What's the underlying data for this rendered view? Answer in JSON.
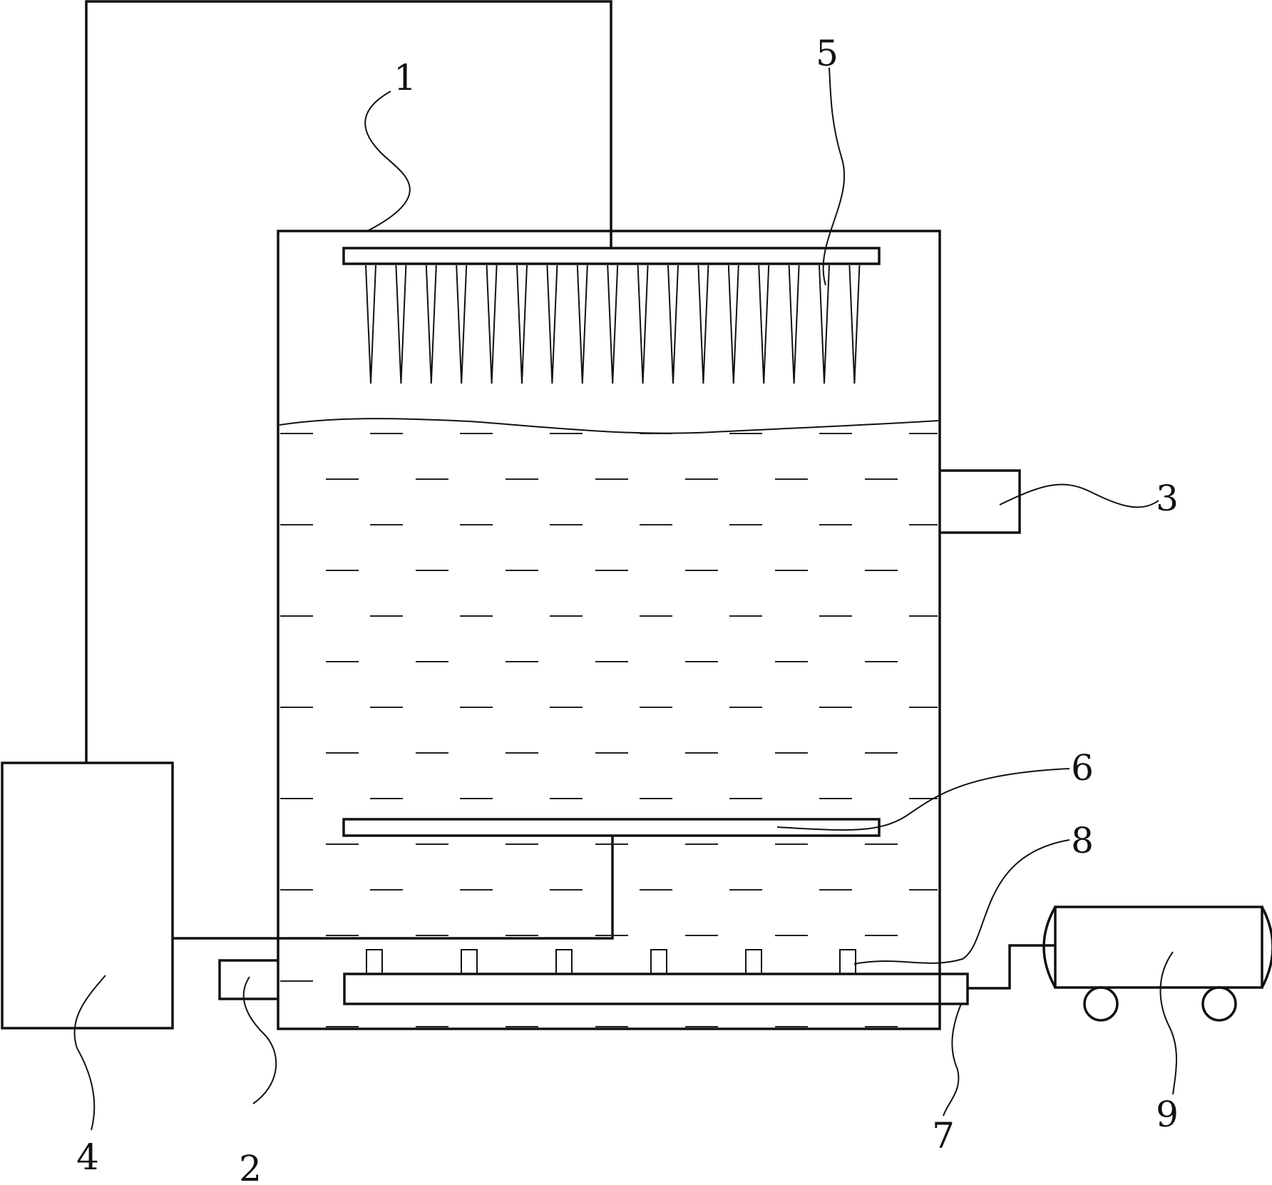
{
  "labels": {
    "l1": "1",
    "l2": "2",
    "l3": "3",
    "l4": "4",
    "l5": "5",
    "l6": "6",
    "l7": "7",
    "l8": "8",
    "l9": "9"
  },
  "colors": {
    "line": "#111111",
    "background": "#ffffff"
  }
}
